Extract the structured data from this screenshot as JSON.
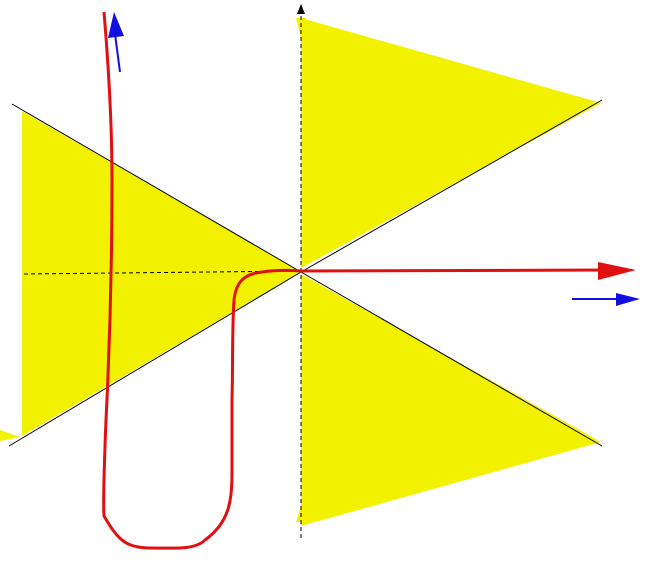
{
  "diagram": {
    "description_labels": [],
    "colors": {
      "background": "#ffffff",
      "wedge_fill": "#f2f200",
      "contour": "#e01010",
      "direction_arrow": "#1010e0",
      "axis": "#000000",
      "diagonal_line": "#000000"
    },
    "elements": {
      "vertical_axis": {
        "style": "dashed",
        "arrowhead": "up"
      },
      "horizontal_axis": {
        "style": "dashed"
      },
      "diagonal_lines": 2,
      "yellow_wedges": 3,
      "red_path": {
        "arrowhead": "right"
      },
      "blue_arrows": 2
    }
  }
}
